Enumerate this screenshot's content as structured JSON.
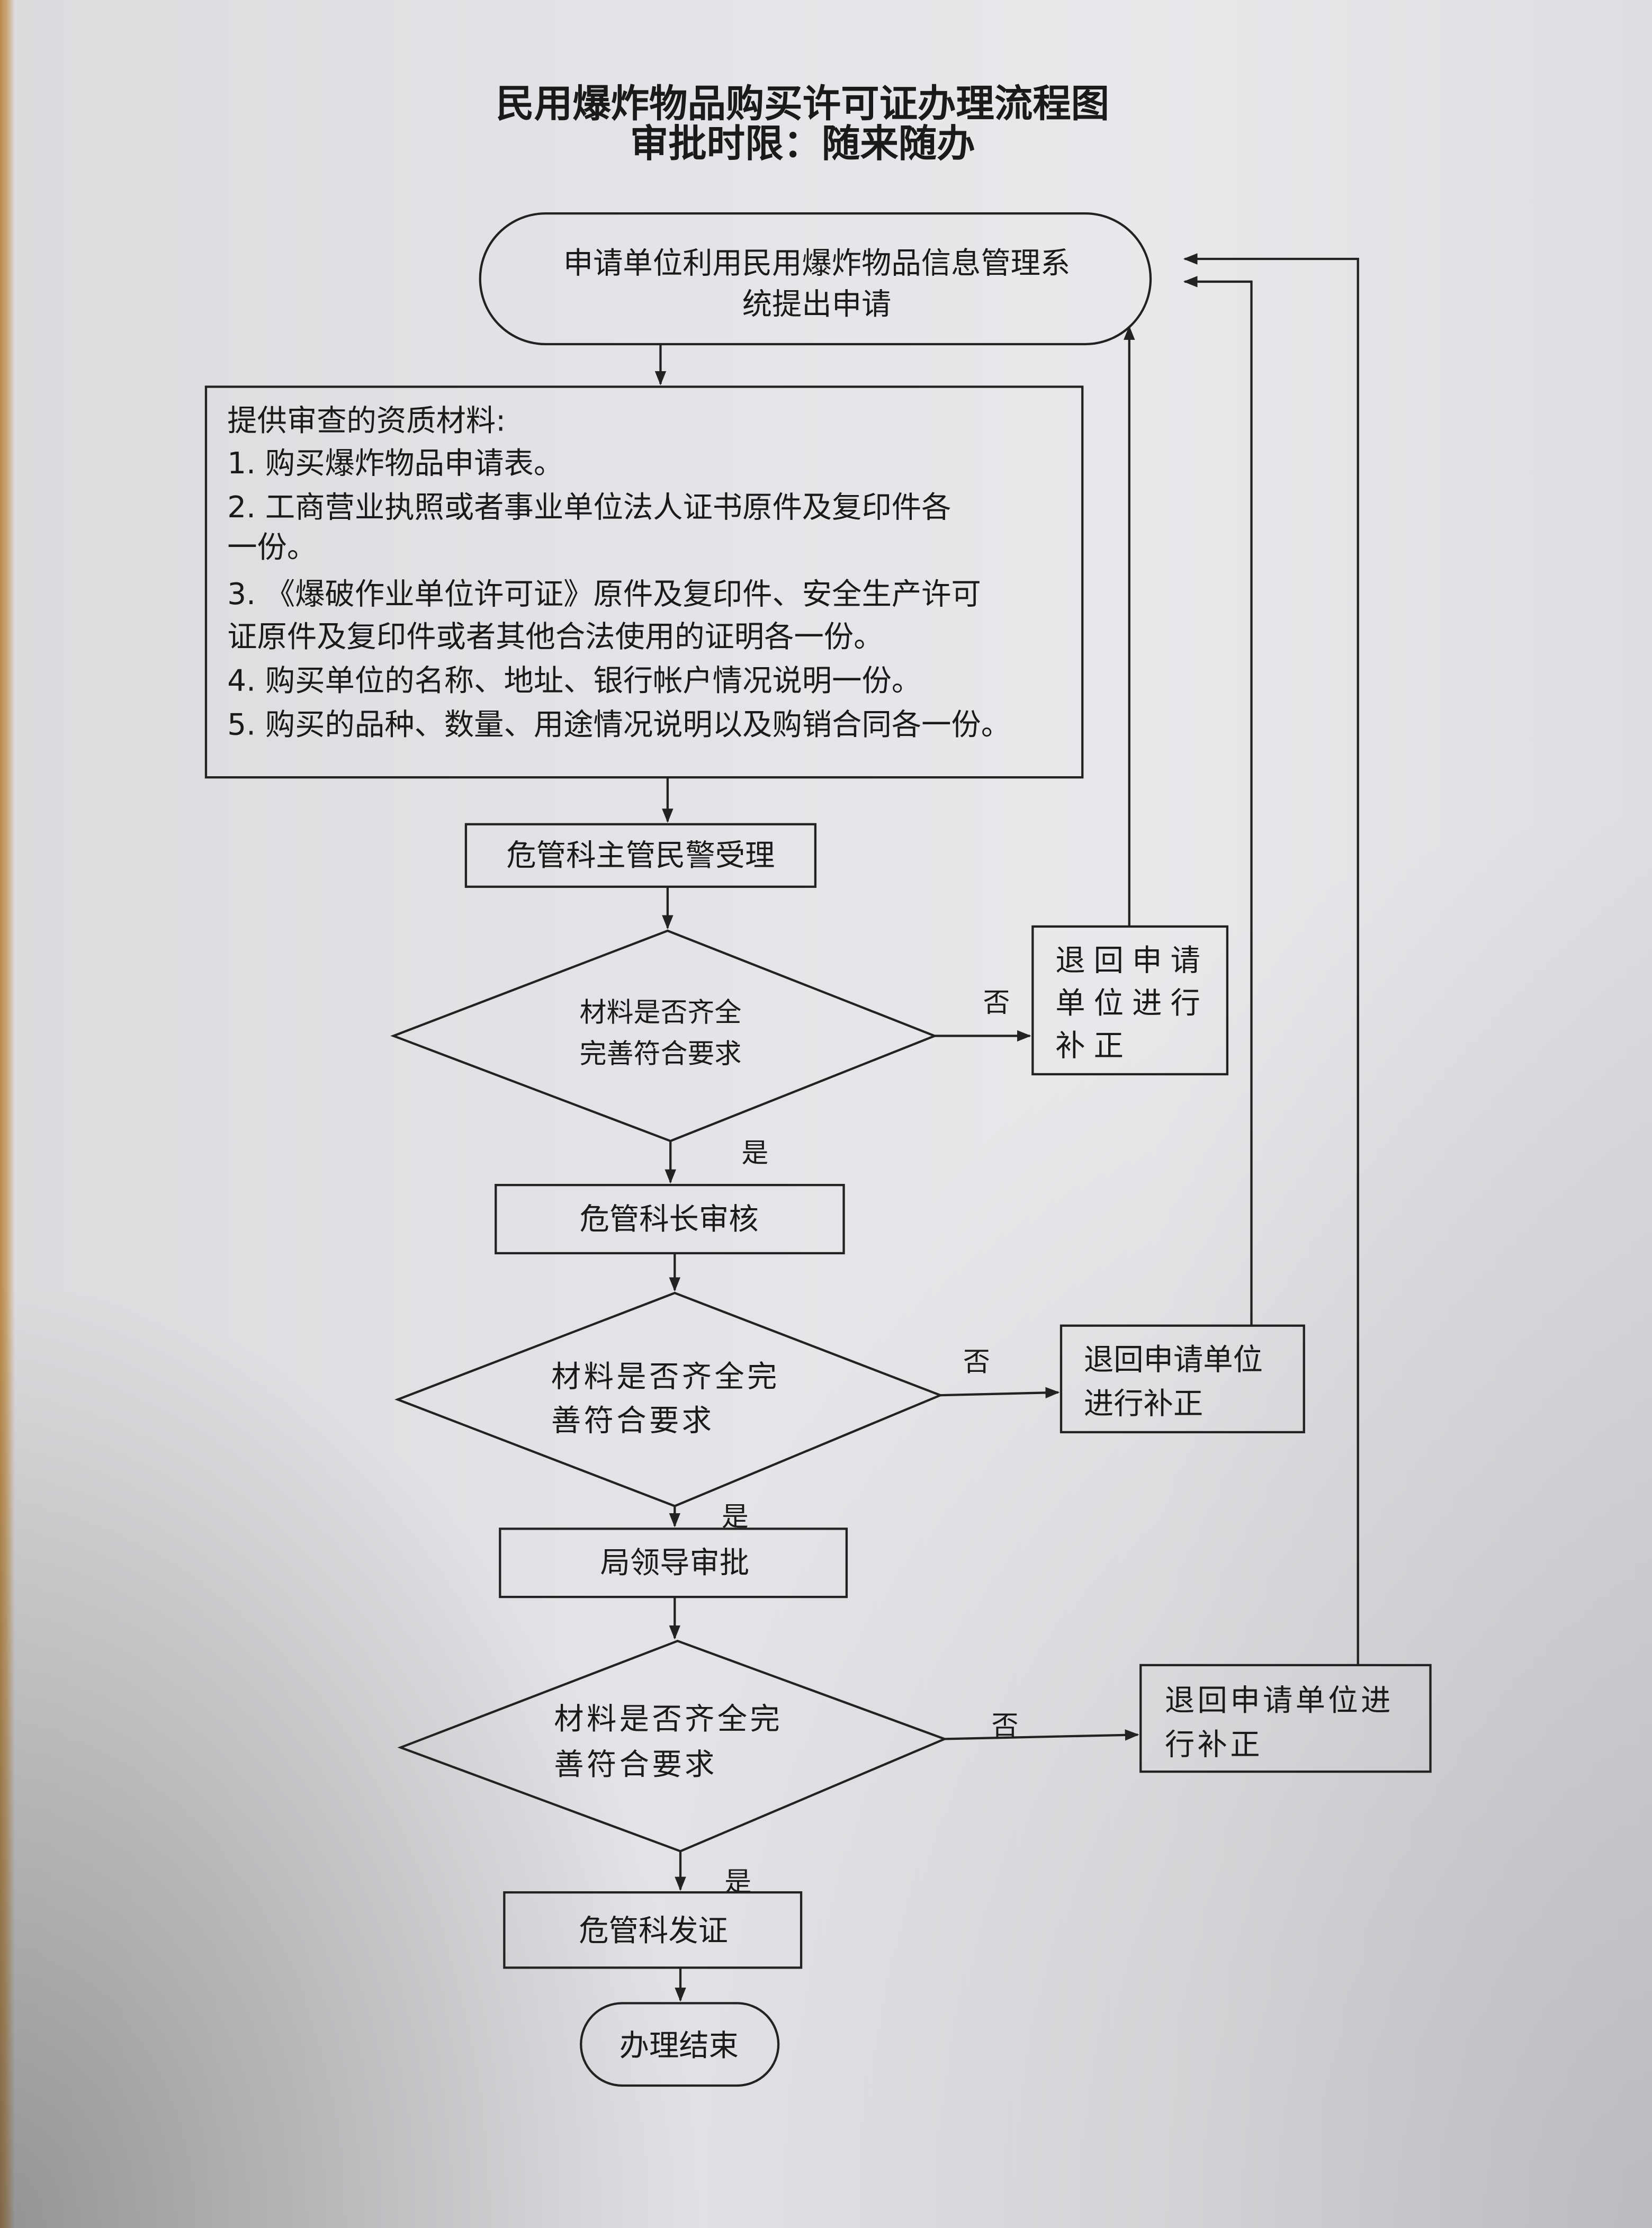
{
  "title": {
    "line1": "民用爆炸物品购买许可证办理流程图",
    "line2": "审批时限：随来随办"
  },
  "start": {
    "lines": [
      "申请单位利用民用爆炸物品信息管理系",
      "统提出申请"
    ]
  },
  "materials": {
    "lines": [
      "提供审查的资质材料:",
      "1.  购买爆炸物品申请表。",
      "2. 工商营业执照或者事业单位法人证书原件及复印件各",
      "一份。",
      "3. 《爆破作业单位许可证》原件及复印件、安全生产许可",
      "证原件及复印件或者其他合法使用的证明各一份。",
      "4. 购买单位的名称、地址、银行帐户情况说明一份。",
      "5. 购买的品种、数量、用途情况说明以及购销合同各一份。"
    ]
  },
  "step1": "危管科主管民警受理",
  "decision1": {
    "lines": [
      "材料是否齐全",
      "完善符合要求"
    ],
    "yes": "是",
    "no": "否"
  },
  "return1": {
    "lines": [
      "退回申请",
      "单位进行",
      "补正"
    ]
  },
  "step2": "危管科长审核",
  "decision2": {
    "lines": [
      "材料是否齐全完",
      "善符合要求"
    ],
    "yes": "是",
    "no": "否"
  },
  "return2": {
    "lines": [
      "退回申请单位",
      "进行补正"
    ]
  },
  "step3": "局领导审批",
  "decision3": {
    "lines": [
      "材料是否齐全完",
      "善符合要求"
    ],
    "yes": "是",
    "no": "否"
  },
  "return3": {
    "lines": [
      "退回申请单位进",
      "行补正"
    ]
  },
  "step4": "危管科发证",
  "end": "办理结束"
}
